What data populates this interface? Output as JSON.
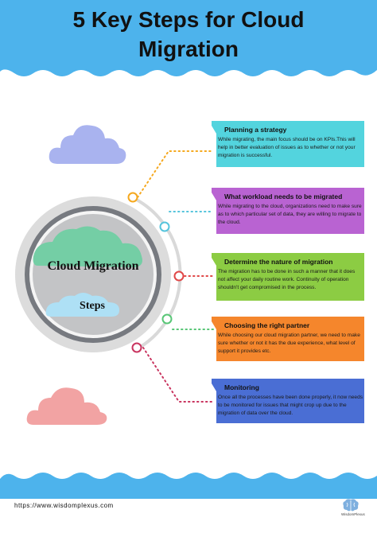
{
  "header": {
    "title_line1": "5 Key Steps for Cloud",
    "title_line2": "Migration",
    "bg_color": "#4db3ec"
  },
  "center": {
    "title": "Cloud Migration",
    "subtitle": "Steps"
  },
  "steps": [
    {
      "title": "Planning a strategy",
      "body": "While migrating, the main focus should be on KPIs.This will help in better evaluation of issues as to whether or not your migration is successful.",
      "color": "#53d4de",
      "marker_color": "#f5a81e"
    },
    {
      "title": "What workload needs to be migrated",
      "body": "While migrating to the cloud, organizations need to make sure as to which particular set of data, they are willing to migrate to the cloud.",
      "color": "#b963d2",
      "marker_color": "#55c4dc"
    },
    {
      "title": "Determine the nature of migration",
      "body": "The migration has to be done in such a manner that it does not affect your daily routine work. Continuity of operation shouldn't get compromised in the process.",
      "color": "#8ccc43",
      "marker_color": "#e04848"
    },
    {
      "title": "Choosing the right partner",
      "body": "While choosing our cloud migration partner, we need to make sure whether or not it has the due experience, what level of support it provides etc.",
      "color": "#f5862c",
      "marker_color": "#58c676"
    },
    {
      "title": "Monitoring",
      "body": "Once all the processes have been done properly, it now needs to be monitored for issues that might crop up due to the migration of data over the cloud.",
      "color": "#4a6ed4",
      "marker_color": "#c9345f"
    }
  ],
  "footer": {
    "url": "https://www.wisdomplexus.com",
    "logo_text": "WisdomPlexus",
    "logo_icon": "brain-icon"
  }
}
